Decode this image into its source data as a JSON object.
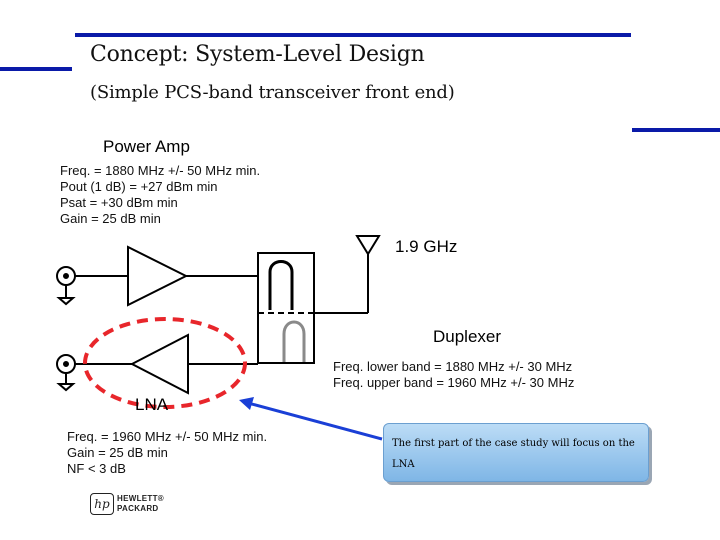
{
  "header": {
    "title": "Concept: System-Level Design",
    "subtitle": "(Simple PCS-band transceiver front end)",
    "accent_color": "#0a1aa8"
  },
  "power_amp": {
    "label": "Power Amp",
    "specs": [
      "Freq. = 1880 MHz +/- 50 MHz min.",
      "Pout (1 dB) = +27 dBm min",
      "Psat = +30 dBm min",
      "Gain = 25 dB min"
    ]
  },
  "antenna": {
    "label": "1.9 GHz",
    "icon": "antenna-icon"
  },
  "duplexer": {
    "label": "Duplexer",
    "specs": [
      "Freq. lower band = 1880 MHz +/- 30 MHz",
      "Freq. upper band = 1960 MHz +/- 30 MHz"
    ]
  },
  "lna": {
    "label": "LNA",
    "highlight_color": "#e8262b",
    "specs": [
      "Freq. = 1960 MHz +/- 50 MHz min.",
      "Gain = 25 dB min",
      "NF < 3 dB"
    ]
  },
  "callout": {
    "text": "The first part of the case study will focus on the LNA",
    "arrow_color": "#1a3fd6"
  },
  "logo": {
    "mark": "hp",
    "line1": "HEWLETT®",
    "line2": "PACKARD"
  }
}
